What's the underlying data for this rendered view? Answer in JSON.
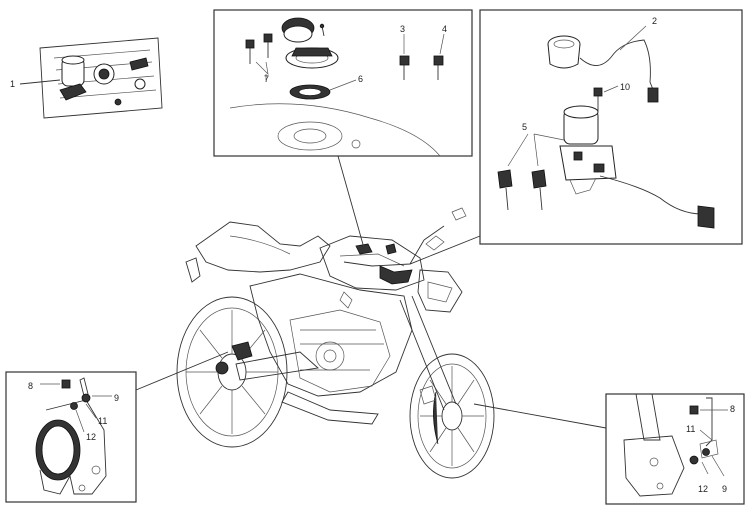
{
  "callouts": {
    "c1": "1",
    "c2": "2",
    "c3": "3",
    "c4": "4",
    "c5": "5",
    "c6": "6",
    "c7": "7",
    "c8a": "8",
    "c8b": "8",
    "c9a": "9",
    "c9b": "9",
    "c10": "10",
    "c11a": "11",
    "c11b": "11",
    "c12a": "12",
    "c12b": "12"
  }
}
